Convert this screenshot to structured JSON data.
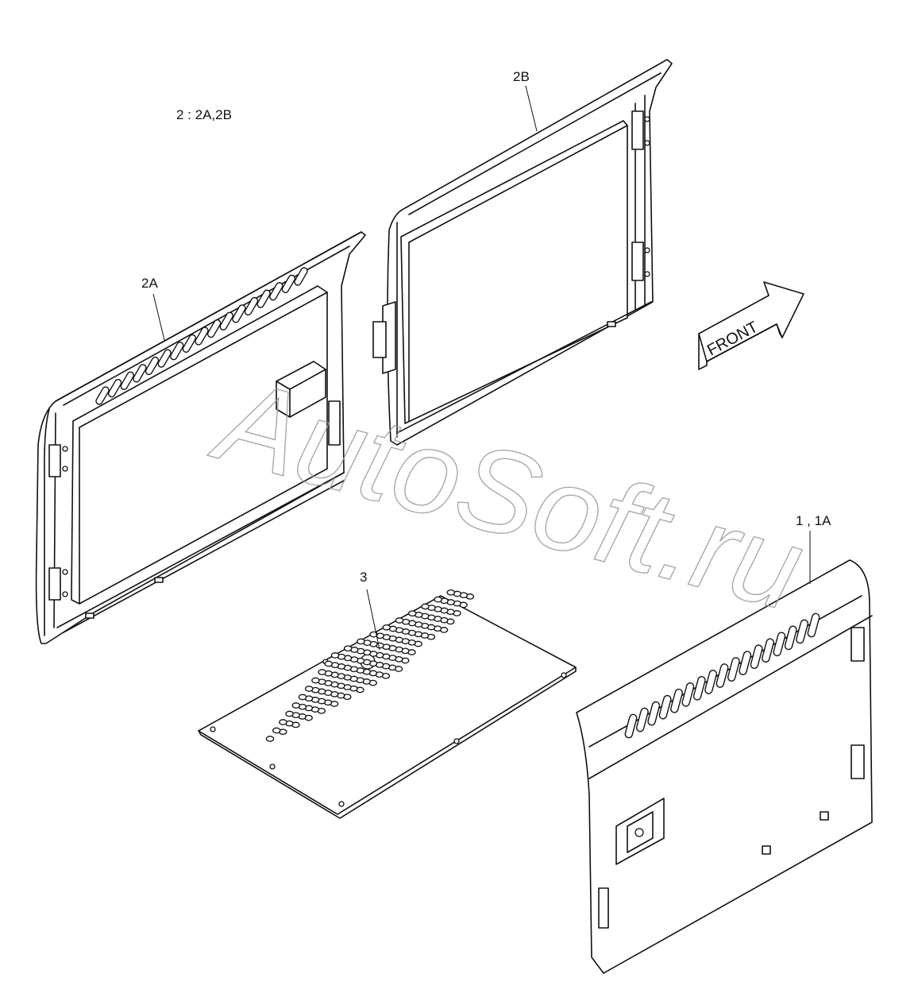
{
  "diagram": {
    "note": "2 : 2A,2B",
    "labels": {
      "part_2a": "2A",
      "part_2b": "2B",
      "part_1": "1 , 1A",
      "part_3": "3"
    },
    "direction_arrow": "FRONT",
    "watermark": "AutoSoft.ru",
    "colors": {
      "line": "#111111",
      "watermark": "#9a9a9a",
      "background": "#ffffff"
    }
  }
}
